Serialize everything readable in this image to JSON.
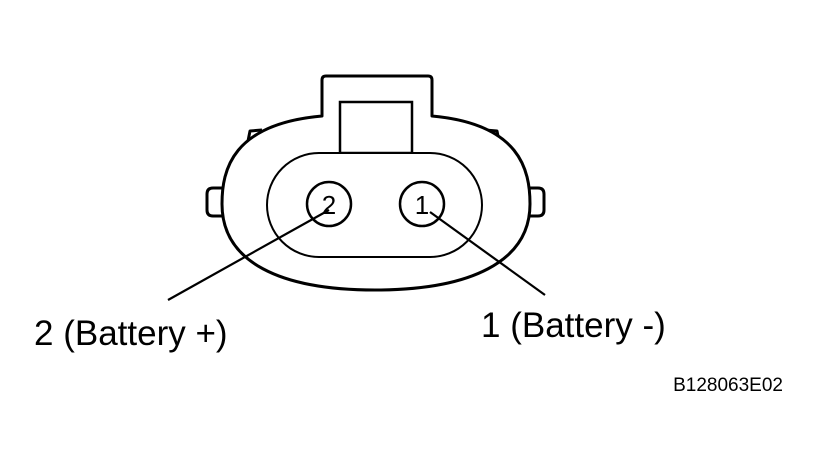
{
  "pins": [
    {
      "number": "2",
      "callout": "2 (Battery +)"
    },
    {
      "number": "1",
      "callout": "1 (Battery -)"
    }
  ],
  "figure_code": "B128063E02",
  "colors": {
    "stroke": "#000000",
    "background": "#ffffff"
  }
}
